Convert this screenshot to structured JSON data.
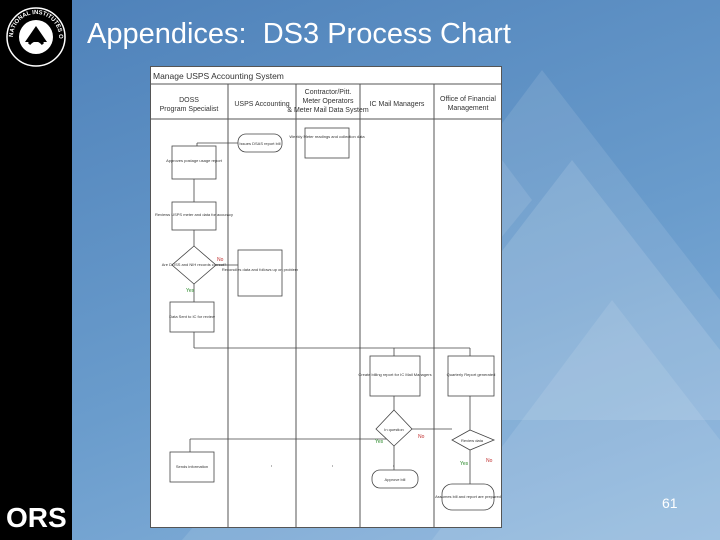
{
  "slide": {
    "title": "Appendices:  DS3 Process Chart",
    "page_number": "61",
    "logo_text": "ORS",
    "seal_text": "NATIONAL INSTITUTES OF HEALTH"
  },
  "process_chart": {
    "heading": "Manage USPS Accounting System",
    "lanes": [
      {
        "line1": "DOSS",
        "line2": "Program Specialist",
        "line3": ""
      },
      {
        "line1": "USPS Accounting",
        "line2": "",
        "line3": ""
      },
      {
        "line1": "Contractor/Pitt.",
        "line2": "Meter Operators",
        "line3": "& Meter Mail Data System"
      },
      {
        "line1": "IC Mail Managers",
        "line2": "",
        "line3": ""
      },
      {
        "line1": "Office of Financial",
        "line2": "Management",
        "line3": ""
      }
    ],
    "decision_labels": [
      "Yes",
      "No",
      "Yes",
      "No",
      "Yes",
      "No"
    ],
    "shape_texts": [
      "Issues DSAS report bill",
      "Weekly Meter readings and collection data",
      "Approves postage usage report",
      "Reviews USPS meter and data for accuracy",
      "Are DOSS and NIH records correct?",
      "Reconciles data and follows up on problem",
      "Data Sent to IC for review",
      "Create billing report for IC Mail Managers",
      "Quarterly Report generated",
      "In question",
      "Review data",
      "Sends information",
      "Approve bill",
      "Assumes bill and report are prepared"
    ]
  }
}
